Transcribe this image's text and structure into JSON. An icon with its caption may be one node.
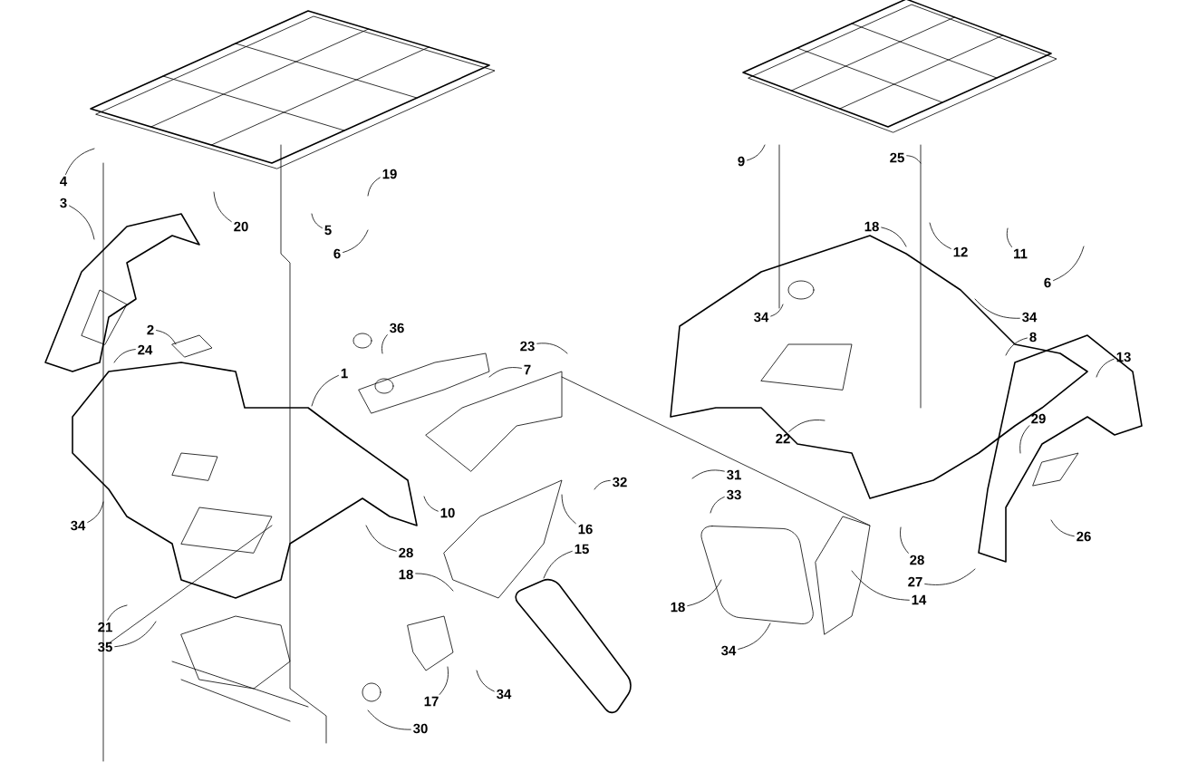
{
  "diagram": {
    "nodes": [
      {
        "text": [
          "4"
        ]
      },
      {
        "text": [
          "3"
        ]
      },
      {
        "text": [
          "19"
        ]
      },
      {
        "text": [
          "20"
        ]
      },
      {
        "text": [
          "5"
        ]
      },
      {
        "text": [
          "6"
        ]
      },
      {
        "text": [
          "36"
        ]
      },
      {
        "text": [
          "2"
        ]
      },
      {
        "text": [
          "24"
        ]
      },
      {
        "text": [
          "23"
        ]
      },
      {
        "text": [
          "7"
        ]
      },
      {
        "text": [
          "1"
        ]
      },
      {
        "text": [
          "9"
        ]
      },
      {
        "text": [
          "25"
        ]
      },
      {
        "text": [
          "18"
        ]
      },
      {
        "text": [
          "12"
        ]
      },
      {
        "text": [
          "11"
        ]
      },
      {
        "text": [
          "6"
        ]
      },
      {
        "text": [
          "34"
        ]
      },
      {
        "text": [
          "34"
        ]
      },
      {
        "text": [
          "8"
        ]
      },
      {
        "text": [
          "13"
        ]
      },
      {
        "text": [
          "34"
        ]
      },
      {
        "text": [
          "10"
        ]
      },
      {
        "text": [
          "28"
        ]
      },
      {
        "text": [
          "18"
        ]
      },
      {
        "text": [
          "32"
        ]
      },
      {
        "text": [
          "16"
        ]
      },
      {
        "text": [
          "15"
        ]
      },
      {
        "text": [
          "21"
        ]
      },
      {
        "text": [
          "35"
        ]
      },
      {
        "text": [
          "17"
        ]
      },
      {
        "text": [
          "34"
        ]
      },
      {
        "text": [
          "30"
        ]
      },
      {
        "text": [
          "22"
        ]
      },
      {
        "text": [
          "29"
        ]
      },
      {
        "text": [
          "31"
        ]
      },
      {
        "text": [
          "33"
        ]
      },
      {
        "text": [
          "28"
        ]
      },
      {
        "text": [
          "27"
        ]
      },
      {
        "text": [
          "14"
        ]
      },
      {
        "text": [
          "26"
        ]
      },
      {
        "text": [
          "18"
        ]
      },
      {
        "text": [
          "34"
        ]
      }
    ],
    "edges": [
      {
        "from": 0,
        "to": null,
        "arrow": "none"
      },
      {
        "from": 1,
        "to": null,
        "arrow": "none"
      },
      {
        "from": 2,
        "to": null,
        "arrow": "none"
      },
      {
        "from": 3,
        "to": null,
        "arrow": "none"
      },
      {
        "from": 4,
        "to": null,
        "arrow": "none"
      },
      {
        "from": 5,
        "to": null,
        "arrow": "none"
      },
      {
        "from": 6,
        "to": null,
        "arrow": "none"
      },
      {
        "from": 7,
        "to": null,
        "arrow": "none"
      },
      {
        "from": 8,
        "to": null,
        "arrow": "none"
      },
      {
        "from": 9,
        "to": null,
        "arrow": "none"
      },
      {
        "from": 10,
        "to": null,
        "arrow": "none"
      },
      {
        "from": 11,
        "to": null,
        "arrow": "none"
      },
      {
        "from": 12,
        "to": null,
        "arrow": "none"
      },
      {
        "from": 13,
        "to": null,
        "arrow": "none"
      },
      {
        "from": 14,
        "to": null,
        "arrow": "none"
      },
      {
        "from": 15,
        "to": null,
        "arrow": "none"
      },
      {
        "from": 16,
        "to": null,
        "arrow": "none"
      },
      {
        "from": 17,
        "to": null,
        "arrow": "none"
      },
      {
        "from": 18,
        "to": null,
        "arrow": "none"
      },
      {
        "from": 19,
        "to": null,
        "arrow": "none"
      },
      {
        "from": 20,
        "to": null,
        "arrow": "none"
      },
      {
        "from": 21,
        "to": null,
        "arrow": "none"
      },
      {
        "from": 22,
        "to": null,
        "arrow": "none"
      },
      {
        "from": 23,
        "to": null,
        "arrow": "none"
      },
      {
        "from": 24,
        "to": null,
        "arrow": "none"
      },
      {
        "from": 25,
        "to": null,
        "arrow": "none"
      },
      {
        "from": 26,
        "to": null,
        "arrow": "none"
      },
      {
        "from": 27,
        "to": null,
        "arrow": "none"
      },
      {
        "from": 28,
        "to": null,
        "arrow": "none"
      },
      {
        "from": 29,
        "to": null,
        "arrow": "none"
      },
      {
        "from": 30,
        "to": null,
        "arrow": "none"
      },
      {
        "from": 31,
        "to": null,
        "arrow": "none"
      },
      {
        "from": 32,
        "to": null,
        "arrow": "none"
      },
      {
        "from": 33,
        "to": null,
        "arrow": "none"
      },
      {
        "from": 34,
        "to": null,
        "arrow": "none"
      },
      {
        "from": 35,
        "to": null,
        "arrow": "none"
      },
      {
        "from": 36,
        "to": null,
        "arrow": "none"
      },
      {
        "from": 37,
        "to": null,
        "arrow": "none"
      },
      {
        "from": 38,
        "to": null,
        "arrow": "none"
      },
      {
        "from": 39,
        "to": null,
        "arrow": "none"
      },
      {
        "from": 40,
        "to": null,
        "arrow": "none"
      },
      {
        "from": 41,
        "to": null,
        "arrow": "none"
      },
      {
        "from": 42,
        "to": null,
        "arrow": "none"
      },
      {
        "from": 43,
        "to": null,
        "arrow": "none"
      }
    ]
  }
}
